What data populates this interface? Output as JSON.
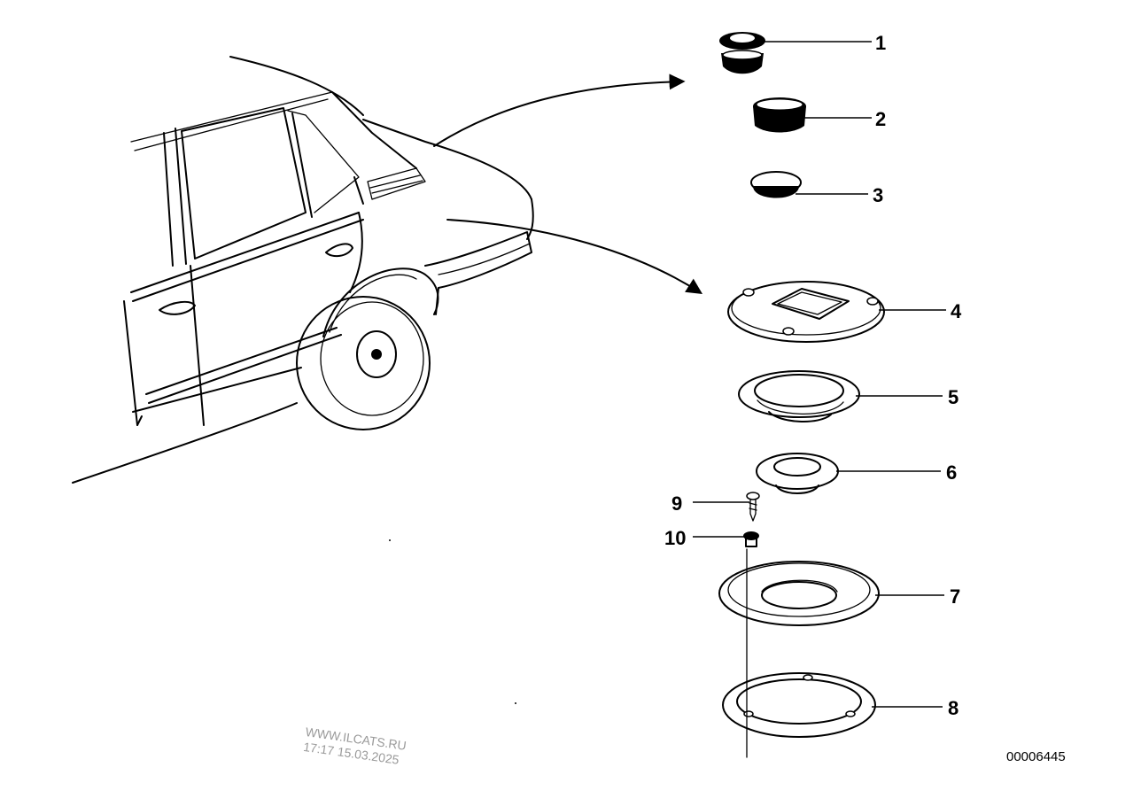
{
  "diagram": {
    "callouts": [
      {
        "id": "1",
        "label": "1"
      },
      {
        "id": "2",
        "label": "2"
      },
      {
        "id": "3",
        "label": "3"
      },
      {
        "id": "4",
        "label": "4"
      },
      {
        "id": "5",
        "label": "5"
      },
      {
        "id": "6",
        "label": "6"
      },
      {
        "id": "7",
        "label": "7"
      },
      {
        "id": "8",
        "label": "8"
      },
      {
        "id": "9",
        "label": "9"
      },
      {
        "id": "10",
        "label": "10"
      }
    ],
    "document_number": "00006445",
    "watermark": {
      "site": "WWW.ILCATS.RU",
      "timestamp": "17:17 15.03.2025"
    }
  }
}
